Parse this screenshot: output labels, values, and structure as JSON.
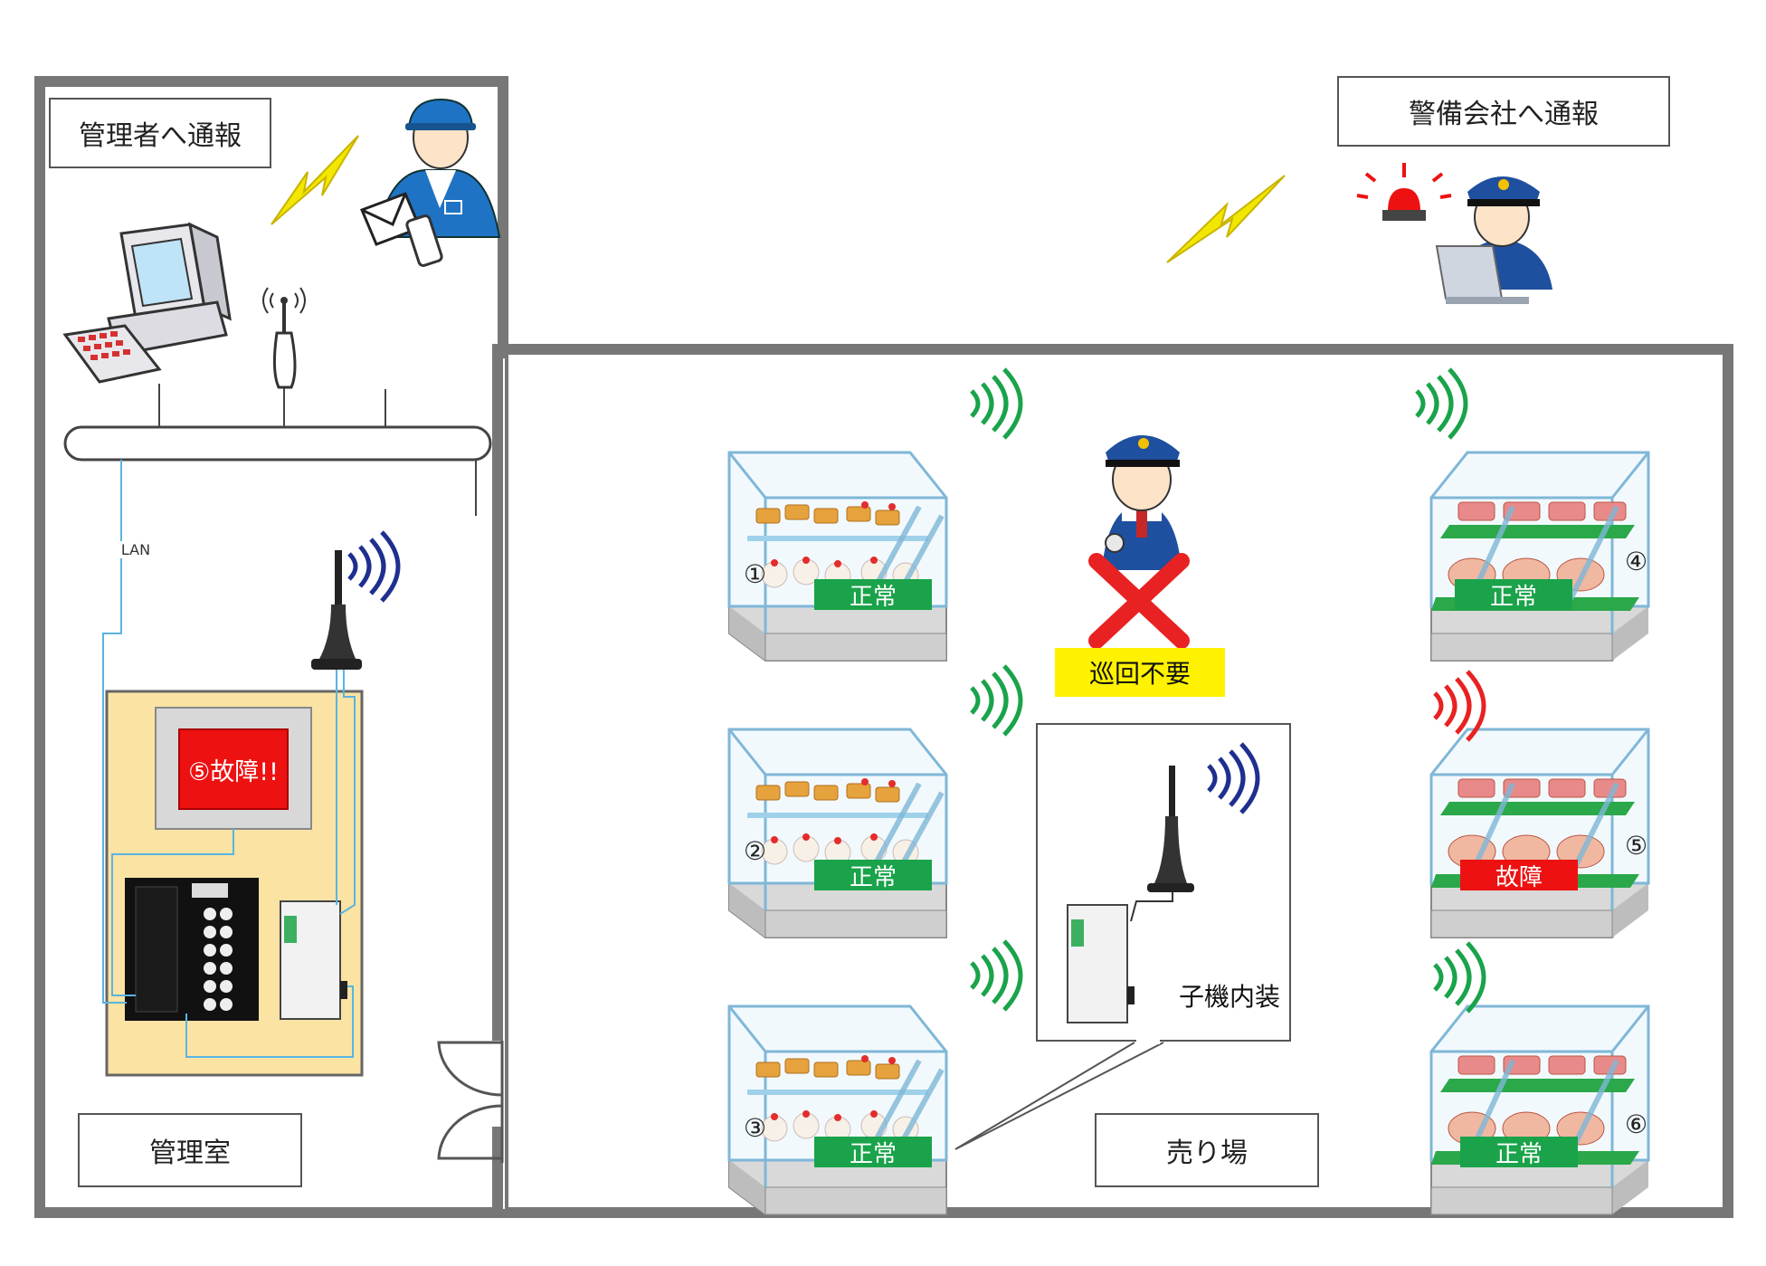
{
  "labels": {
    "notify_manager": "管理者へ通報",
    "notify_security": "警備会社へ通報",
    "management_room": "管理室",
    "sales_floor": "売り場",
    "lan": "LAN",
    "patrol_unneeded": "巡回不要",
    "child_unit_builtin": "子機内装",
    "panel_alert": "⑤故障!!"
  },
  "cases": [
    {
      "num": "①",
      "status": "正常",
      "kind": "cake"
    },
    {
      "num": "②",
      "status": "正常",
      "kind": "cake"
    },
    {
      "num": "③",
      "status": "正常",
      "kind": "cake"
    },
    {
      "num": "④",
      "status": "正常",
      "kind": "meat"
    },
    {
      "num": "⑤",
      "status": "故障",
      "kind": "meat"
    },
    {
      "num": "⑥",
      "status": "正常",
      "kind": "meat"
    }
  ],
  "colors": {
    "normal": "#1aa34a",
    "fault": "#ee1111",
    "wave_ok": "#1aa34a",
    "wave_fault": "#e82222",
    "wave_radio": "#1f2f8f",
    "lightning": "#f2e700",
    "panel": "#fbe3a4",
    "highlight": "#fff200",
    "uniform": "#1f4f9f",
    "lan_line": "#5ab4e0"
  },
  "icons": [
    "computer-icon",
    "wifi-router-icon",
    "worker-icon",
    "mail-icon",
    "smartphone-icon",
    "lightning-icon",
    "siren-icon",
    "guard-icon",
    "laptop-icon",
    "antenna-icon",
    "plc-icon",
    "wireless-module-icon",
    "wave-icon",
    "cross-icon",
    "door-icon"
  ]
}
